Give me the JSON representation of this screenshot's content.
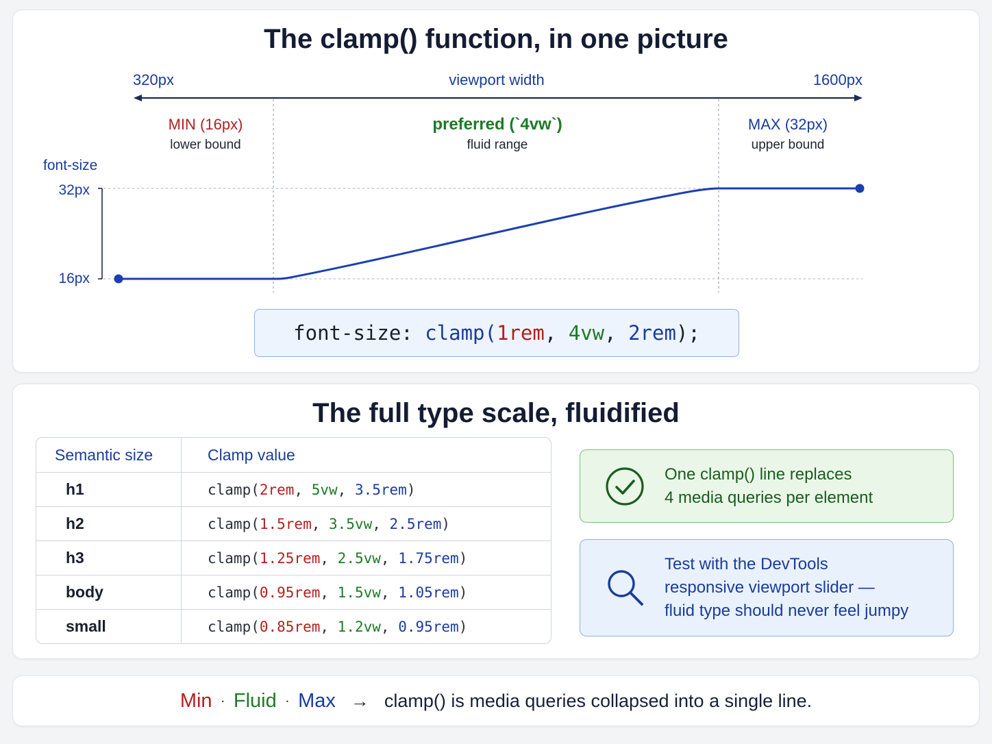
{
  "colors": {
    "min": "#b3201f",
    "fluid": "#1e7a26",
    "max": "#1a3c9c",
    "curve": "#1c3fb0"
  },
  "top": {
    "title": "The clamp() function, in one picture",
    "axis": {
      "left_label": "320px",
      "center_label": "viewport width",
      "right_label": "1600px"
    },
    "regions": {
      "min_title": "MIN (16px)",
      "min_sub": "lower bound",
      "fluid_title": "preferred (`4vw`)",
      "fluid_sub": "fluid range",
      "max_title": "MAX (32px)",
      "max_sub": "upper bound"
    },
    "yaxis": {
      "label": "font-size",
      "top_tick": "32px",
      "bottom_tick": "16px"
    },
    "code": {
      "prefix": "font-size: ",
      "fn": "clamp(",
      "min": "1rem",
      "sep1": ", ",
      "fluid": "4vw",
      "sep2": ", ",
      "max": "2rem",
      "suffix": ");"
    }
  },
  "scale": {
    "title": "The full type scale, fluidified",
    "headers": [
      "Semantic size",
      "Clamp value"
    ],
    "rows": [
      {
        "size": "h1",
        "min": "2rem",
        "fluid": "5vw",
        "max": "3.5rem"
      },
      {
        "size": "h2",
        "min": "1.5rem",
        "fluid": "3.5vw",
        "max": "2.5rem"
      },
      {
        "size": "h3",
        "min": "1.25rem",
        "fluid": "2.5vw",
        "max": "1.75rem"
      },
      {
        "size": "body",
        "min": "0.95rem",
        "fluid": "1.5vw",
        "max": "1.05rem"
      },
      {
        "size": "small",
        "min": "0.85rem",
        "fluid": "1.2vw",
        "max": "0.95rem"
      }
    ],
    "fn_open": "clamp(",
    "fn_sep": ", ",
    "fn_close": ")",
    "notes": {
      "green_icon": "check-circle-icon",
      "green_line1": "One clamp() line replaces",
      "green_line2": "4 media queries per element",
      "blue_icon": "magnifier-icon",
      "blue_line1": "Test with the DevTools",
      "blue_line2": "responsive viewport slider —",
      "blue_line3": "fluid type should never feel jumpy"
    }
  },
  "summary": {
    "min": "Min",
    "dot1": "·",
    "fluid": "Fluid",
    "dot2": "·",
    "max": "Max",
    "arrow": "→",
    "tail": "clamp() is media queries collapsed into a single line."
  }
}
